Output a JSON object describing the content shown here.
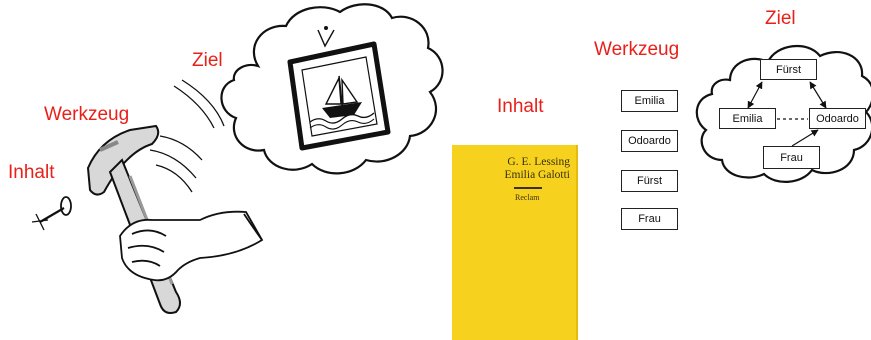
{
  "left_panel": {
    "labels": {
      "ziel": "Ziel",
      "werkzeug": "Werkzeug",
      "inhalt": "Inhalt"
    },
    "illustrations": [
      "hammer-icon",
      "nail-icon",
      "framed-boat-picture-icon",
      "thought-cloud-icon"
    ]
  },
  "middle_panel": {
    "label": "Inhalt",
    "book": {
      "author": "G. E. Lessing",
      "title": "Emilia Galotti",
      "publisher": "Reclam",
      "cover_color": "#f6d21f"
    }
  },
  "right_panel": {
    "werkzeug_label": "Werkzeug",
    "ziel_label": "Ziel",
    "tool_boxes": [
      "Emilia",
      "Odoardo",
      "Fürst",
      "Frau"
    ],
    "goal_diagram": {
      "nodes": {
        "top": "Fürst",
        "left": "Emilia",
        "right": "Odoardo",
        "bottom": "Frau"
      }
    }
  },
  "colors": {
    "label_red": "#e8201a",
    "book_yellow": "#f6d21f"
  }
}
